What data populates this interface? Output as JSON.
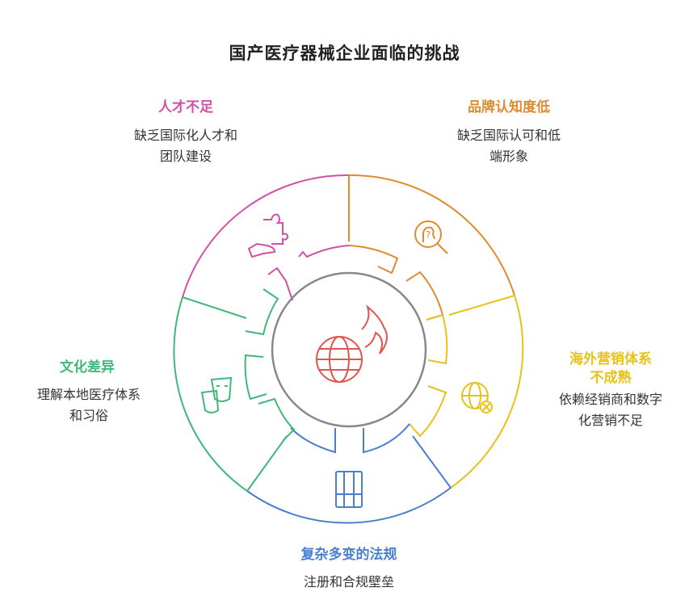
{
  "title": "国产医疗器械企业面临的挑战",
  "segments": [
    {
      "heading": "人才不足",
      "desc_line1": "缺乏国际化人才和",
      "desc_line2": "团队建设",
      "color": "#d24fa8",
      "icon": "puzzle-hand-icon"
    },
    {
      "heading": "品牌认知度低",
      "desc_line1": "缺乏国际认可和低",
      "desc_line2": "端形象",
      "color": "#e08a2e",
      "icon": "head-magnifier-icon"
    },
    {
      "heading_line1": "海外营销体系",
      "heading_line2": "不成熟",
      "desc_line1": "依赖经销商和数字",
      "desc_line2": "化营销不足",
      "color": "#e6c21a",
      "icon": "globe-x-icon"
    },
    {
      "heading": "复杂多变的法规",
      "desc": "注册和合规壁垒",
      "color": "#4a7fd0",
      "icon": "document-icon"
    },
    {
      "heading": "文化差异",
      "desc_line1": "理解本地医疗体系",
      "desc_line2": "和习俗",
      "color": "#3fb87a",
      "icon": "theater-masks-icon"
    }
  ],
  "center": {
    "icon": "globe-fire-icon",
    "color": "#e0554f"
  }
}
